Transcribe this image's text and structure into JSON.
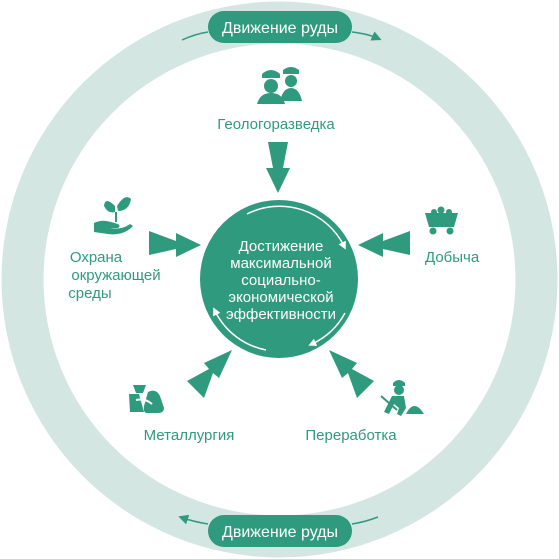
{
  "colors": {
    "outer_ring": "#d3e6e1",
    "inner_disc": "#ffffff",
    "accent": "#2f9a7e",
    "label_text": "#2f9a7e",
    "center_text": "#ffffff"
  },
  "flow": {
    "top_label": "Движение руды",
    "bottom_label": "Движение руды"
  },
  "center": {
    "lines": [
      "Достижение",
      "максимальной",
      "социально-",
      "экономической",
      "эффективности"
    ]
  },
  "nodes": {
    "geology": {
      "label": "Геологоразведка",
      "icon": "miners-icon"
    },
    "mining": {
      "label": "Добыча",
      "icon": "mine-cart-icon"
    },
    "processing": {
      "label": "Переработка",
      "icon": "worker-shovel-icon"
    },
    "metallurgy": {
      "label": "Металлургия",
      "icon": "ladle-icon"
    },
    "environment": {
      "lines": [
        "Охрана",
        "окружающей",
        "среды"
      ],
      "icon": "plant-in-hand-icon"
    }
  }
}
